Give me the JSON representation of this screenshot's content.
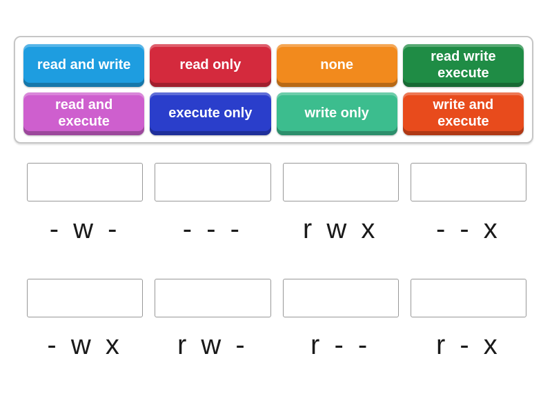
{
  "activity": {
    "type": "match-up",
    "background_color": "#ffffff"
  },
  "tray": {
    "border_color": "#c6c6c6",
    "tiles": [
      {
        "label": "read and write",
        "color": "#1e9de0"
      },
      {
        "label": "read only",
        "color": "#d42a3d"
      },
      {
        "label": "none",
        "color": "#f28a1d"
      },
      {
        "label": "read write execute",
        "color": "#1f8c45"
      },
      {
        "label": "read and execute",
        "color": "#ce5fce"
      },
      {
        "label": "execute only",
        "color": "#2a3ecb"
      },
      {
        "label": "write only",
        "color": "#3cbd8e"
      },
      {
        "label": "write and execute",
        "color": "#e84b1c"
      }
    ]
  },
  "slots": {
    "rows": [
      [
        "- w -",
        "- - -",
        "r w x",
        "- - x"
      ],
      [
        "- w x",
        "r w -",
        "r - -",
        "r - x"
      ]
    ]
  }
}
